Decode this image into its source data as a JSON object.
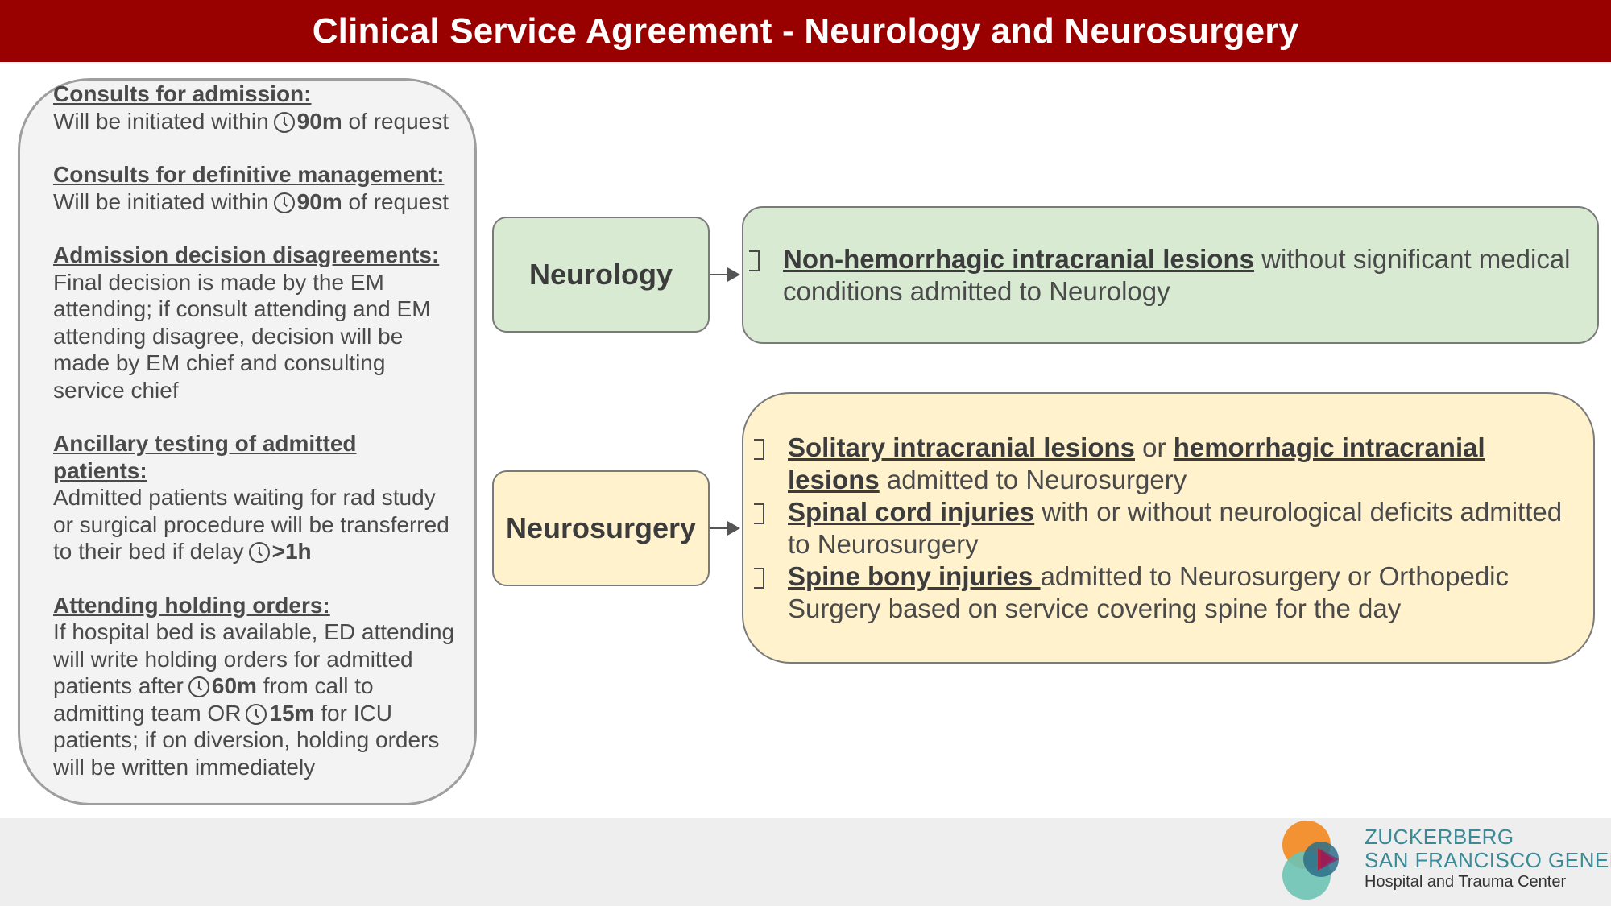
{
  "header": {
    "title": "Clinical Service Agreement - Neurology and Neurosurgery",
    "background_color": "#990000"
  },
  "rules": {
    "consults_admission": {
      "heading": "Consults for admission:",
      "body_before": "Will be initiated within",
      "time": "90m",
      "body_after": " of request"
    },
    "consults_definitive": {
      "heading": "Consults for definitive management:",
      "body_before": "Will be initiated within",
      "time": "90m",
      "body_after": " of request"
    },
    "admission_disagreements": {
      "heading": "Admission decision disagreements:",
      "body": "Final decision is made by the EM attending; if consult attending and EM attending disagree, decision will be made by EM chief and consulting service chief"
    },
    "ancillary_testing": {
      "heading": "Ancillary testing of admitted patients:",
      "body_before": "Admitted patients waiting for rad study or surgical procedure will be transferred to their bed if delay",
      "time": ">1h"
    },
    "holding_orders": {
      "heading": "Attending holding orders:",
      "body_1": "If hospital bed is available, ED attending will write holding orders for admitted patients after",
      "time_1": "60m",
      "body_2": " from call to admitting team OR",
      "time_2": "15m",
      "body_3": " for ICU patients; if on diversion, holding orders will be written immediately"
    }
  },
  "services": {
    "neurology": {
      "label": "Neurology",
      "color": "#d9ead3",
      "items": [
        {
          "keyword": "Non-hemorrhagic intracranial lesions",
          "text": " without significant medical conditions admitted to Neurology"
        }
      ]
    },
    "neurosurgery": {
      "label": "Neurosurgery",
      "color": "#fff2cc",
      "items": [
        {
          "keyword": "Solitary intracranial lesions",
          "connector": " or ",
          "keyword2": "hemorrhagic intracranial lesions",
          "text": " admitted to Neurosurgery"
        },
        {
          "keyword": "Spinal cord injuries",
          "text": " with or without neurological deficits admitted to Neurosurgery"
        },
        {
          "keyword": "Spine bony injuries ",
          "text": "admitted to Neurosurgery or Orthopedic Surgery based on service covering spine for the day"
        }
      ]
    }
  },
  "logo": {
    "line1": "ZUCKERBERG",
    "line2": "SAN FRANCISCO GENERAL",
    "line3": "Hospital and Trauma Center"
  },
  "icons": {
    "clock": "clock-icon",
    "bullet": "bracket-bullet-icon",
    "arrow": "arrow-right-icon"
  }
}
